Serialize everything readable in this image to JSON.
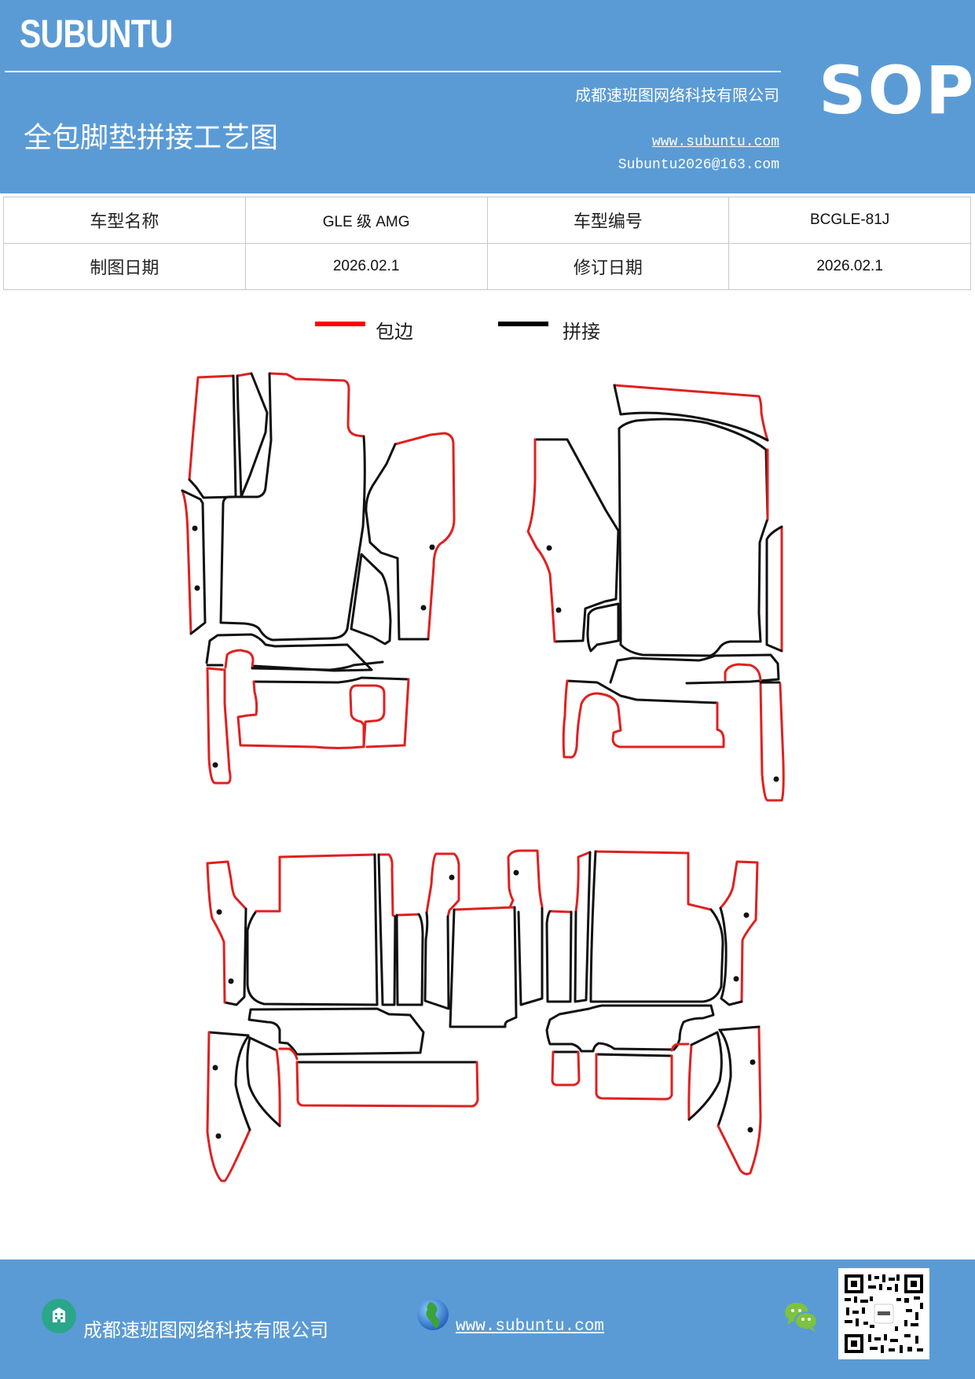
{
  "header": {
    "brand": "SUBUNTU",
    "title": "全包脚垫拼接工艺图",
    "company": "成都速班图网络科技有限公司",
    "website": "www.subuntu.com",
    "email": "Subuntu2026@163.com",
    "badge": "SOP",
    "background_color": "#5b9bd5"
  },
  "info_table": {
    "rows": [
      {
        "label1": "车型名称",
        "value1": "GLE 级 AMG",
        "label2": "车型编号",
        "value2": "BCGLE-81J"
      },
      {
        "label1": "制图日期",
        "value1": "2026.02.1",
        "label2": "修订日期",
        "value2": "2026.02.1"
      }
    ]
  },
  "legend": {
    "items": [
      {
        "label": "包边",
        "color": "#e8141b",
        "meaning": "edge-binding"
      },
      {
        "label": "拼接",
        "color": "#000000",
        "meaning": "splicing"
      }
    ]
  },
  "diagram": {
    "groups": [
      "front-left",
      "front-right",
      "rear-left",
      "rear-right"
    ],
    "edge_color": "#e02020",
    "seam_color": "#111111"
  },
  "footer": {
    "company": "成都速班图网络科技有限公司",
    "website": "www.subuntu.com ",
    "icons": [
      "building-icon",
      "globe-icon",
      "wechat-icon",
      "qr-code"
    ]
  }
}
